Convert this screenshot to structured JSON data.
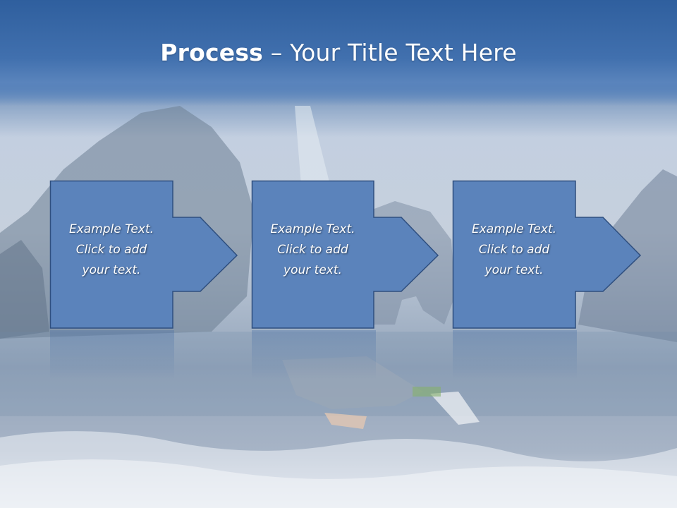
{
  "slide": {
    "title_bold": "Process",
    "title_rest": " – Your Title Text Here"
  },
  "steps": [
    {
      "line1": "Example Text.",
      "line2": "Click  to add",
      "line3": "your text."
    },
    {
      "line1": "Example Text.",
      "line2": "Click  to add",
      "line3": "your text."
    },
    {
      "line1": "Example Text.",
      "line2": "Click  to add",
      "line3": "your text."
    }
  ],
  "colors": {
    "title_bar": "#3d6aa5",
    "step_fill": "#5b83bb",
    "step_border": "#2f4f7f",
    "text": "#ffffff"
  }
}
